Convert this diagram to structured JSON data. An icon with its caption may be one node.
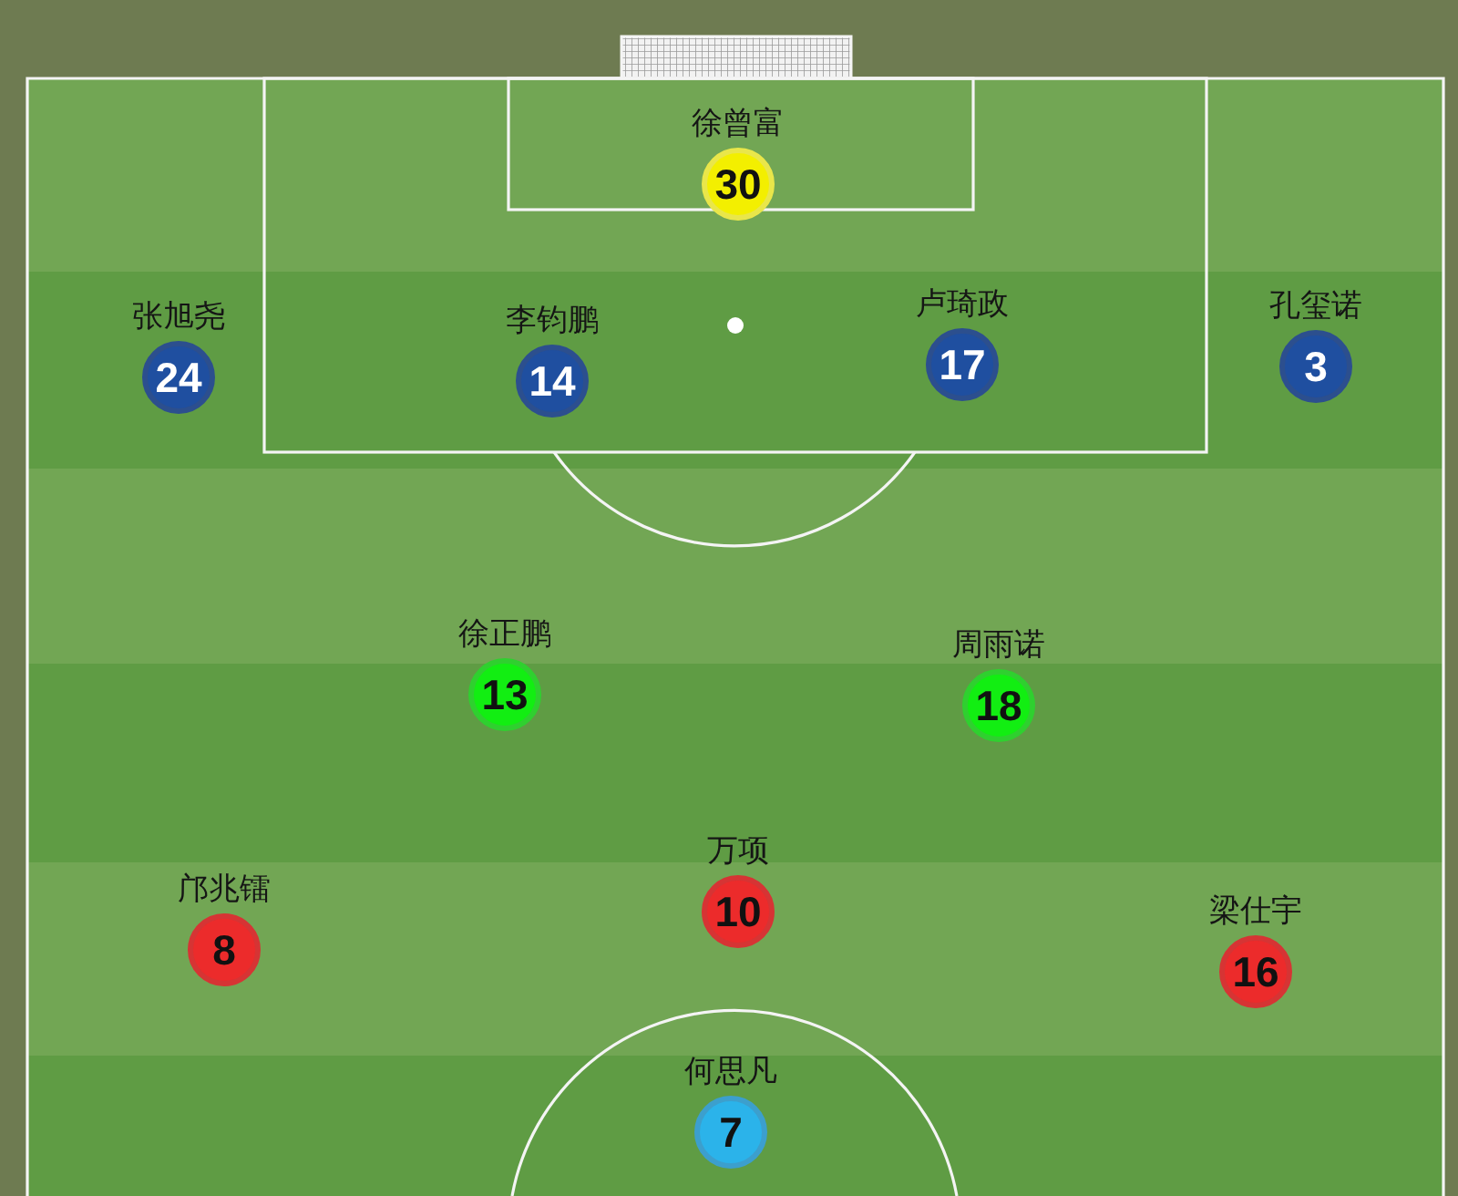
{
  "diagram": {
    "nodes": [
      {
        "text": [
          "徐曾富",
          "30"
        ]
      },
      {
        "text": [
          "张旭尧",
          "24"
        ]
      },
      {
        "text": [
          "李钧鹏",
          "14"
        ]
      },
      {
        "text": [
          "卢琦政",
          "17"
        ]
      },
      {
        "text": [
          "孔玺诺",
          "3"
        ]
      },
      {
        "text": [
          "徐正鹏",
          "13"
        ]
      },
      {
        "text": [
          "周雨诺",
          "18"
        ]
      },
      {
        "text": [
          "邝兆镭",
          "8"
        ]
      },
      {
        "text": [
          "万项",
          "10"
        ]
      },
      {
        "text": [
          "梁仕宇",
          "16"
        ]
      },
      {
        "text": [
          "何思凡",
          "7"
        ]
      }
    ]
  }
}
